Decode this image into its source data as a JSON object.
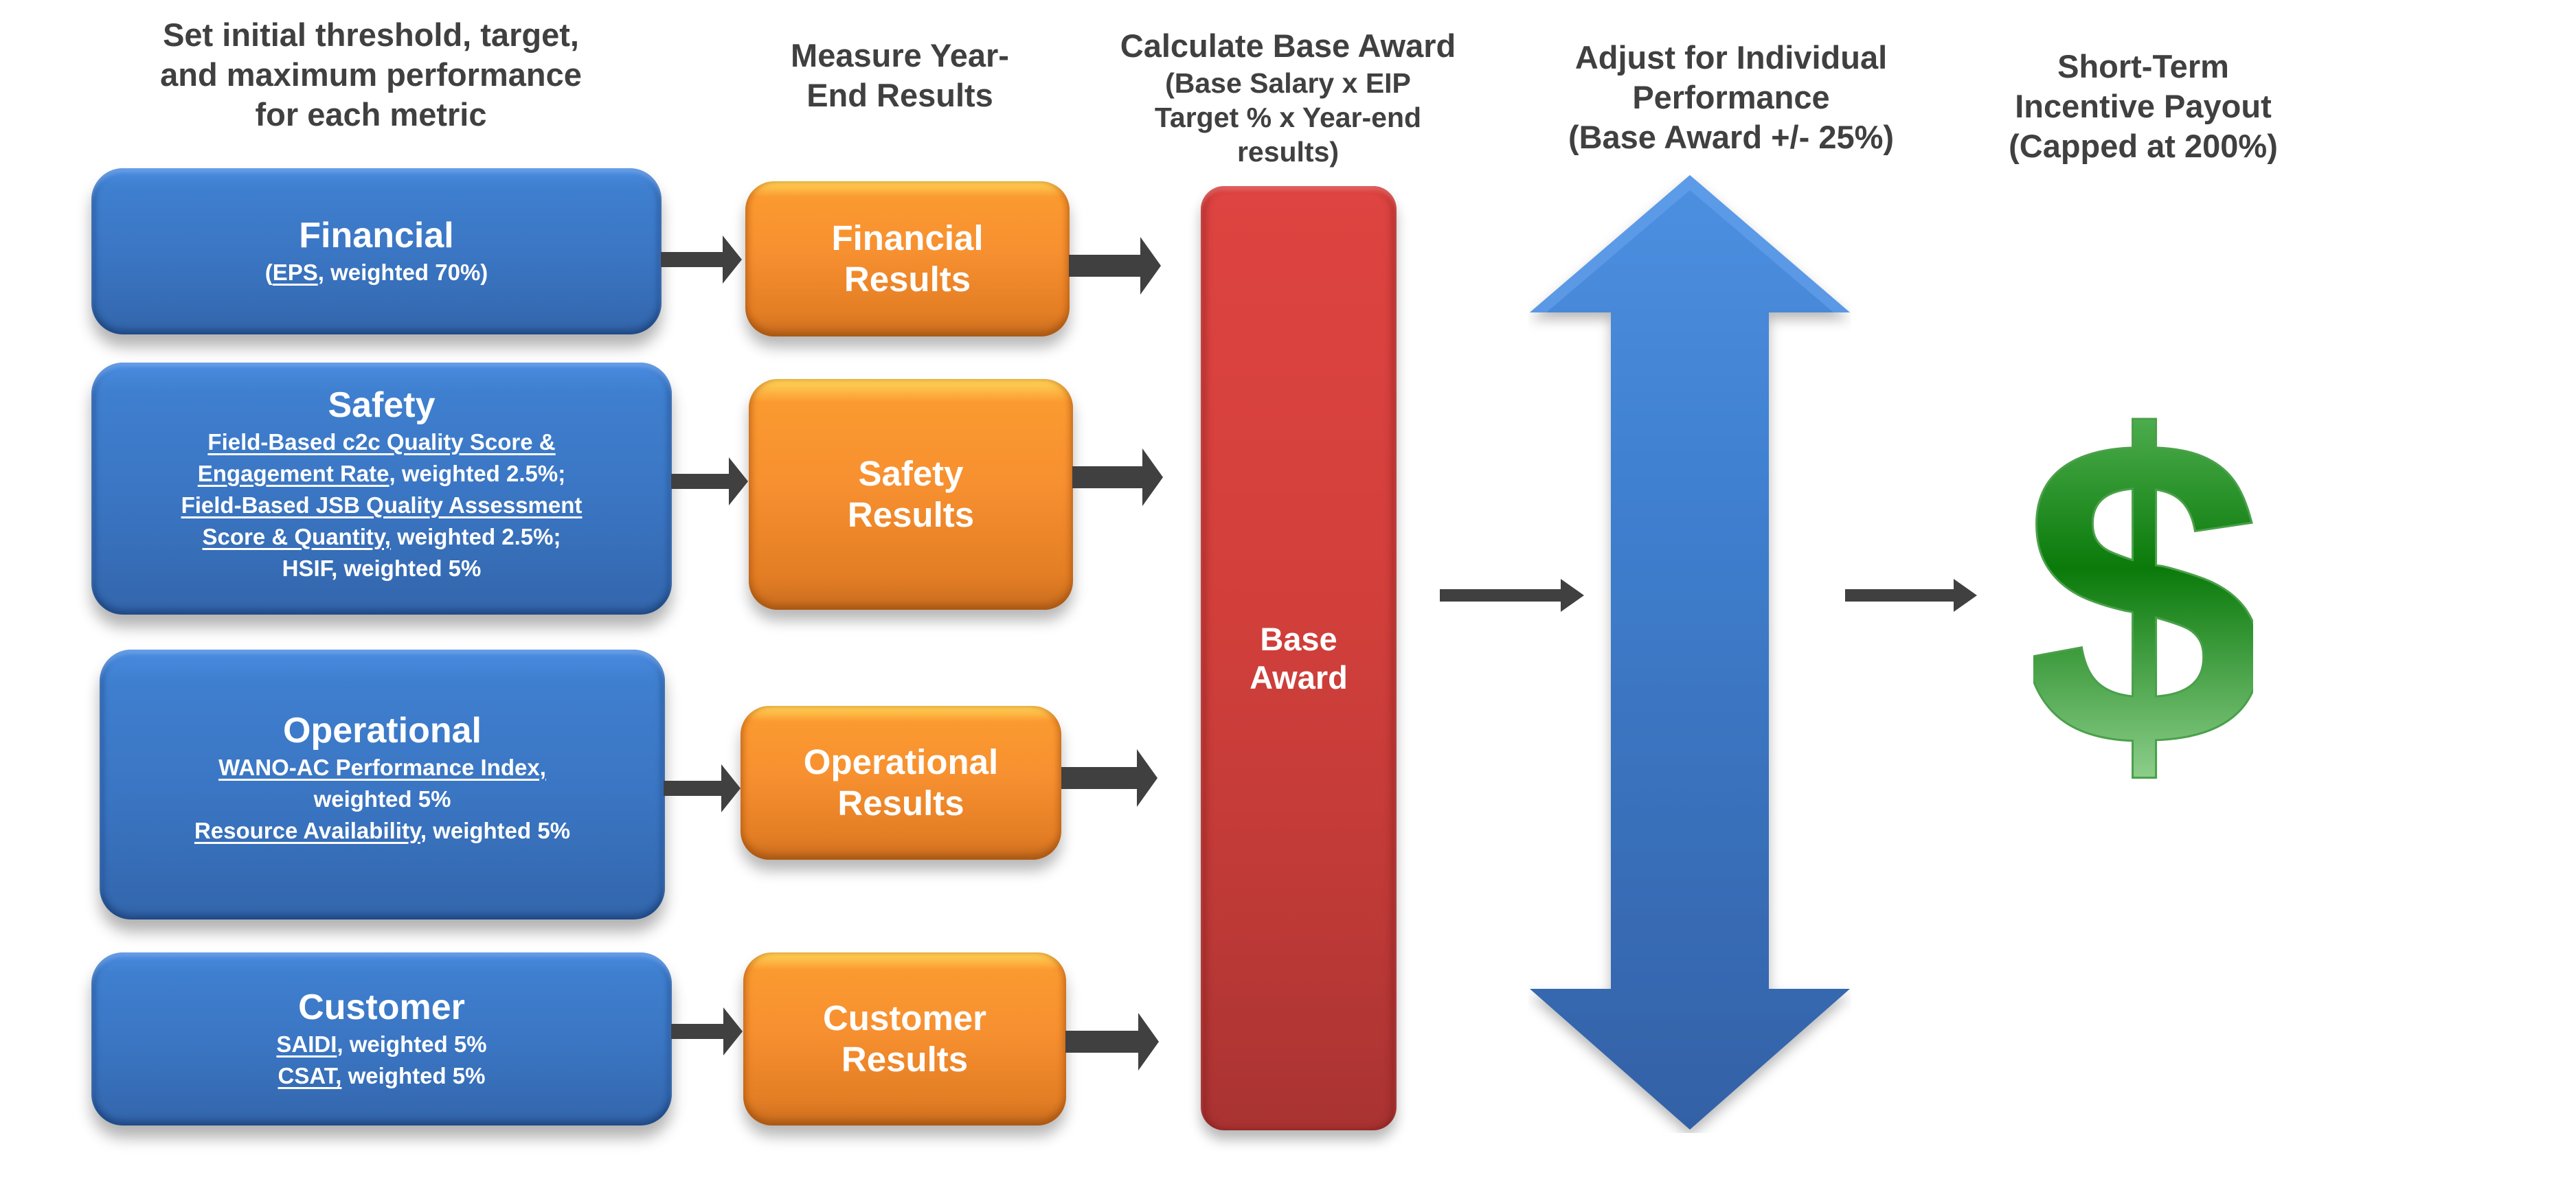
{
  "headers": {
    "set_metrics": [
      "Set initial threshold, target,",
      "and maximum performance",
      "for each metric"
    ],
    "measure": [
      "Measure Year-",
      "End Results"
    ],
    "calculate": {
      "title": "Calculate Base Award",
      "detail": [
        "(Base Salary x EIP",
        "Target % x Year-end",
        "results)"
      ]
    },
    "adjust": [
      "Adjust for Individual",
      "Performance",
      "(Base Award +/- 25%)"
    ],
    "payout": [
      "Short-Term",
      "Incentive Payout",
      "(Capped at 200%)"
    ]
  },
  "metrics": [
    {
      "title": "Financial",
      "lines": [
        {
          "pre": "(",
          "link": "EPS",
          "post": ", weighted 70%)"
        }
      ],
      "result_label": [
        "Financial",
        "Results"
      ]
    },
    {
      "title": "Safety",
      "lines": [
        {
          "pre": "",
          "link": "Field-Based c2c Quality Score &",
          "post": ""
        },
        {
          "pre": "",
          "link": "Engagement Rate",
          "post": ", weighted 2.5%;"
        },
        {
          "pre": "",
          "link": "Field-Based JSB Quality Assessment",
          "post": ""
        },
        {
          "pre": "",
          "link": "Score & Quantity,",
          "post": " weighted 2.5%;"
        },
        {
          "pre": "",
          "link": "",
          "post": "HSIF, weighted 5%"
        }
      ],
      "result_label": [
        "Safety",
        "Results"
      ]
    },
    {
      "title": "Operational",
      "lines": [
        {
          "pre": "",
          "link": "WANO-AC Performance Index,",
          "post": ""
        },
        {
          "pre": "",
          "link": "",
          "post": "weighted 5%"
        },
        {
          "pre": "",
          "link": "Resource Availability",
          "post": ", weighted 5%"
        }
      ],
      "result_label": [
        "Operational",
        "Results"
      ]
    },
    {
      "title": "Customer",
      "lines": [
        {
          "pre": "",
          "link": "SAIDI",
          "post": ", weighted 5%"
        },
        {
          "pre": "",
          "link": "CSAT,",
          "post": " weighted 5%"
        }
      ],
      "result_label": [
        "Customer",
        "Results"
      ]
    }
  ],
  "base_award": [
    "Base",
    "Award"
  ],
  "icons": {
    "flow_arrow": "right-arrow-icon",
    "adjust_arrow": "up-down-arrow-icon",
    "payout": "dollar-sign-icon"
  },
  "colors": {
    "metric_box": "#3a75c2",
    "result_box": "#f79030",
    "base_award": "#d23f3b",
    "adjust_arrow": "#3d7bcc",
    "dollar": "#1a8a1a",
    "arrow": "#404040",
    "header_text": "#404040"
  }
}
